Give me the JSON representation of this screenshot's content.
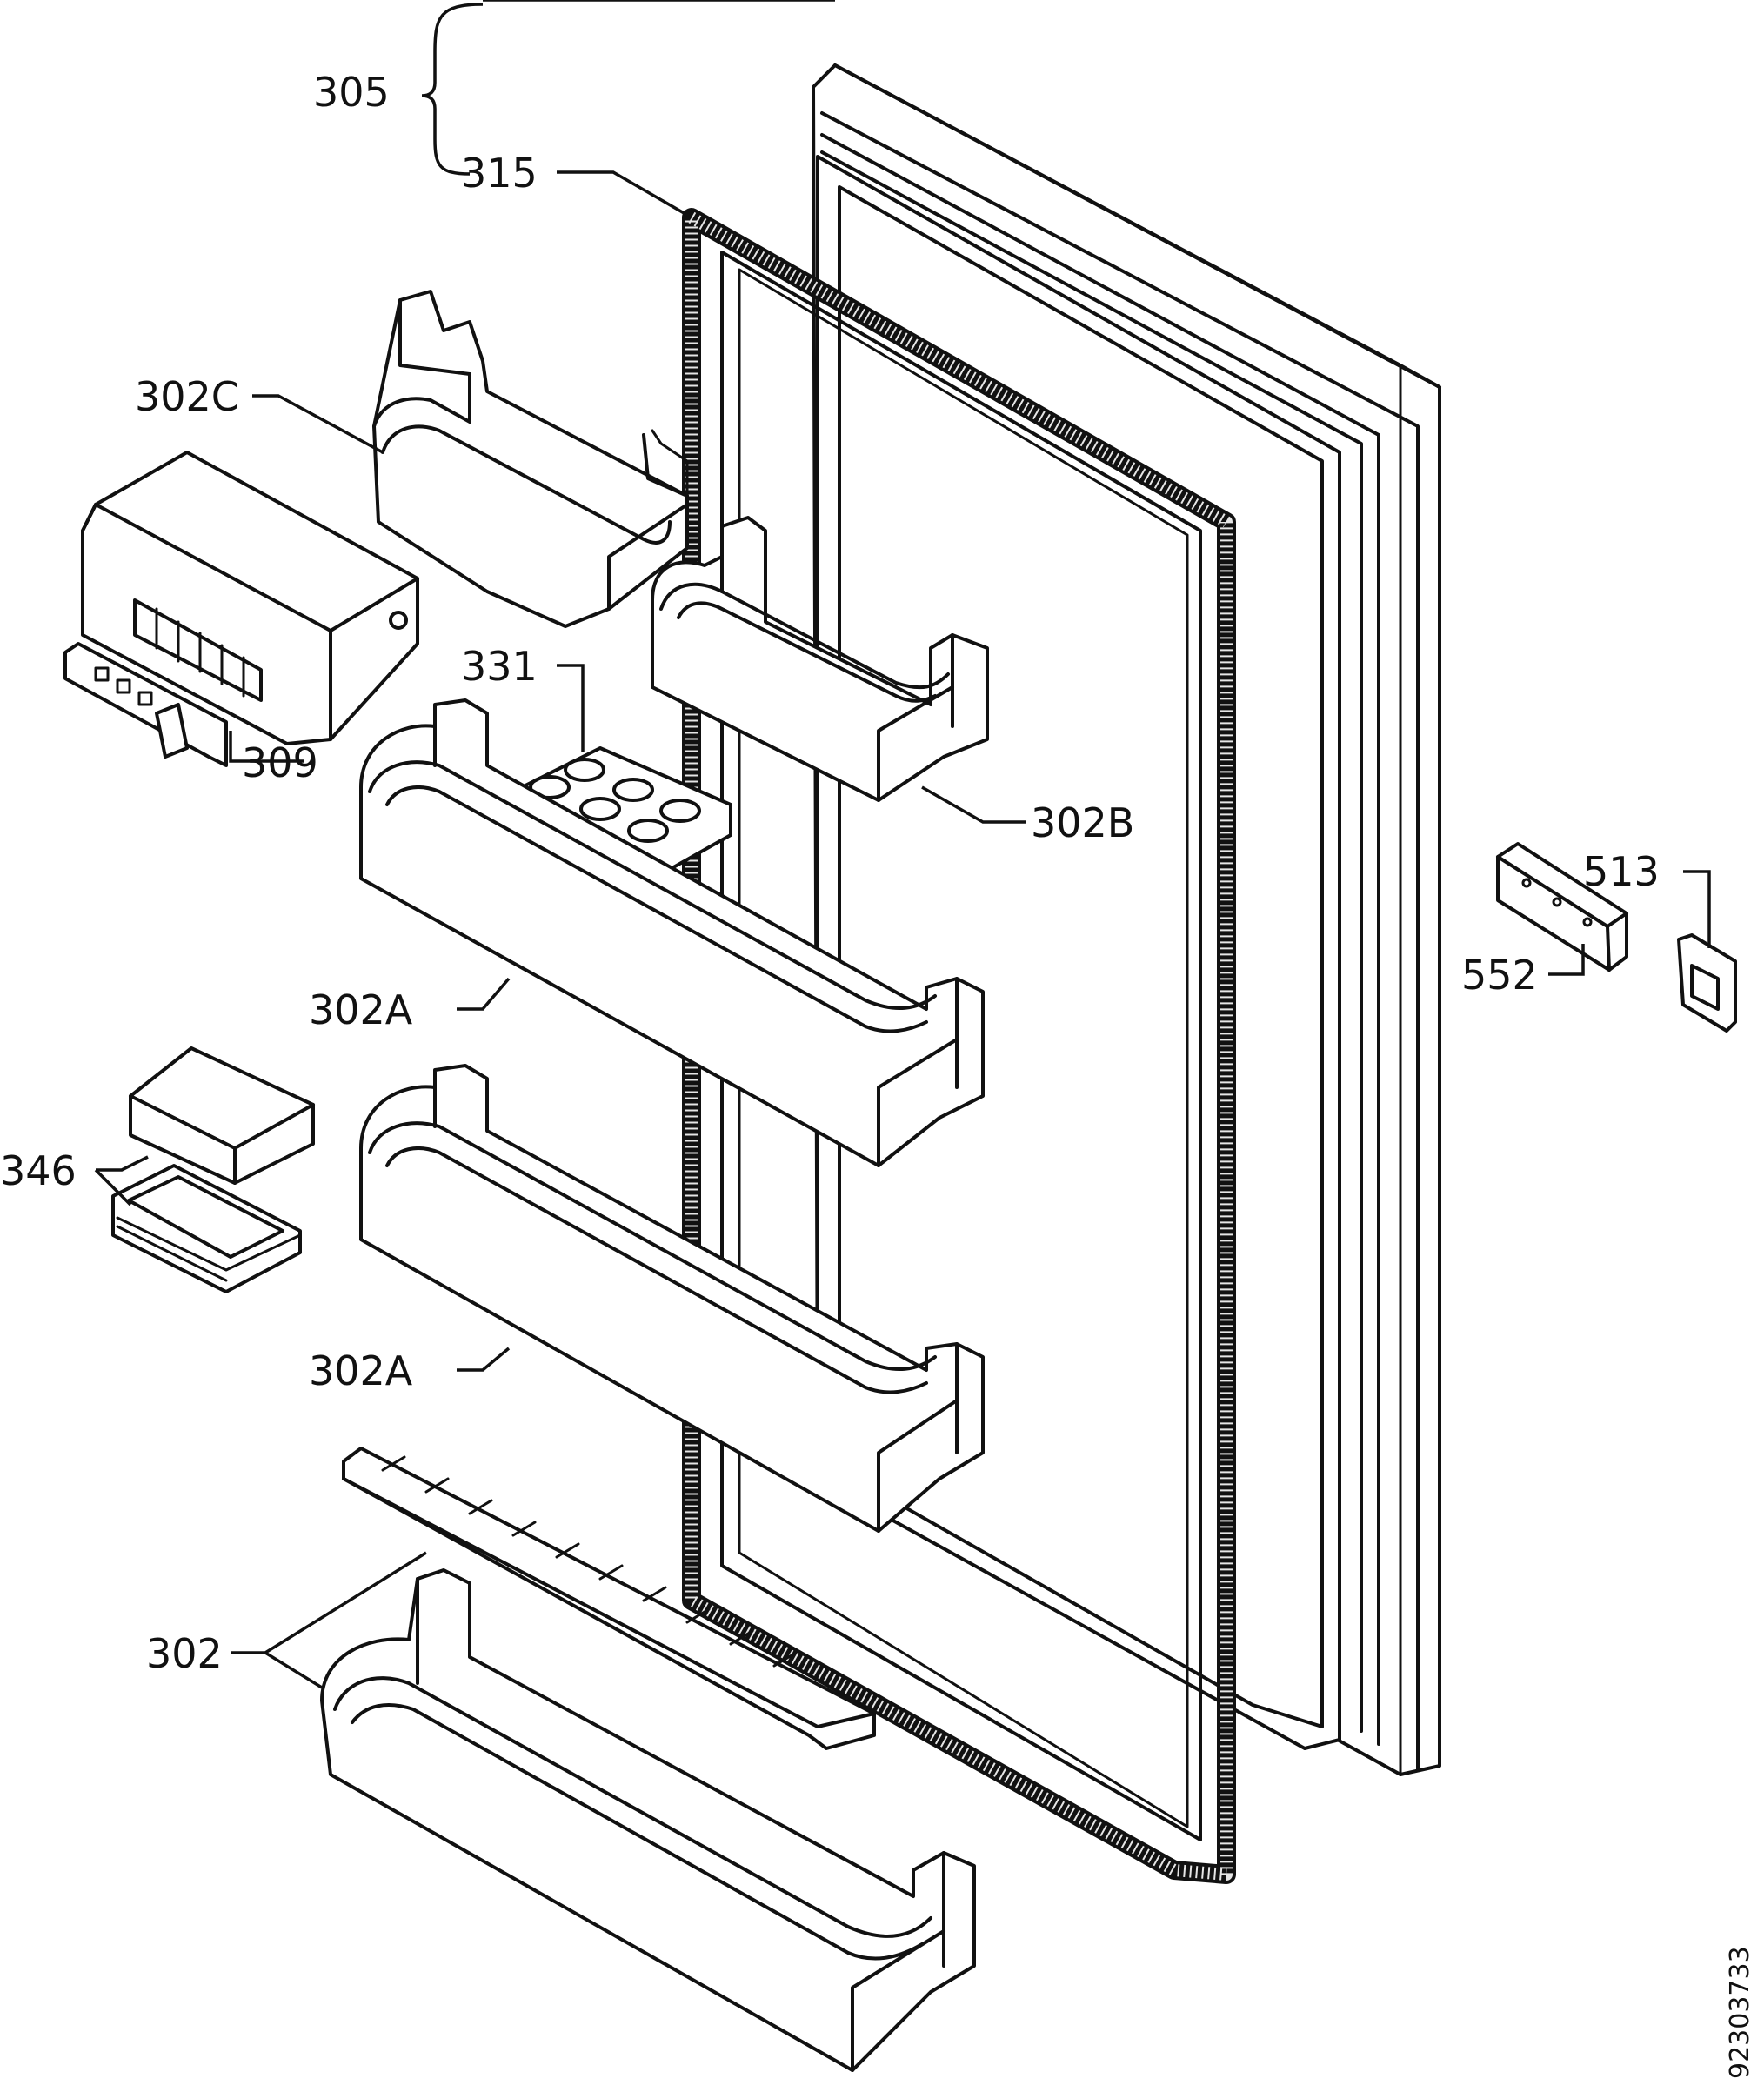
{
  "callouts": {
    "c305": "305",
    "c315": "315",
    "c302c": "302C",
    "c331": "331",
    "c309": "309",
    "c302b": "302B",
    "c513": "513",
    "c552": "552",
    "c302a_1": "302A",
    "c346": "346",
    "c302a_2": "302A",
    "c302": "302"
  },
  "drawing_number": "92303733"
}
